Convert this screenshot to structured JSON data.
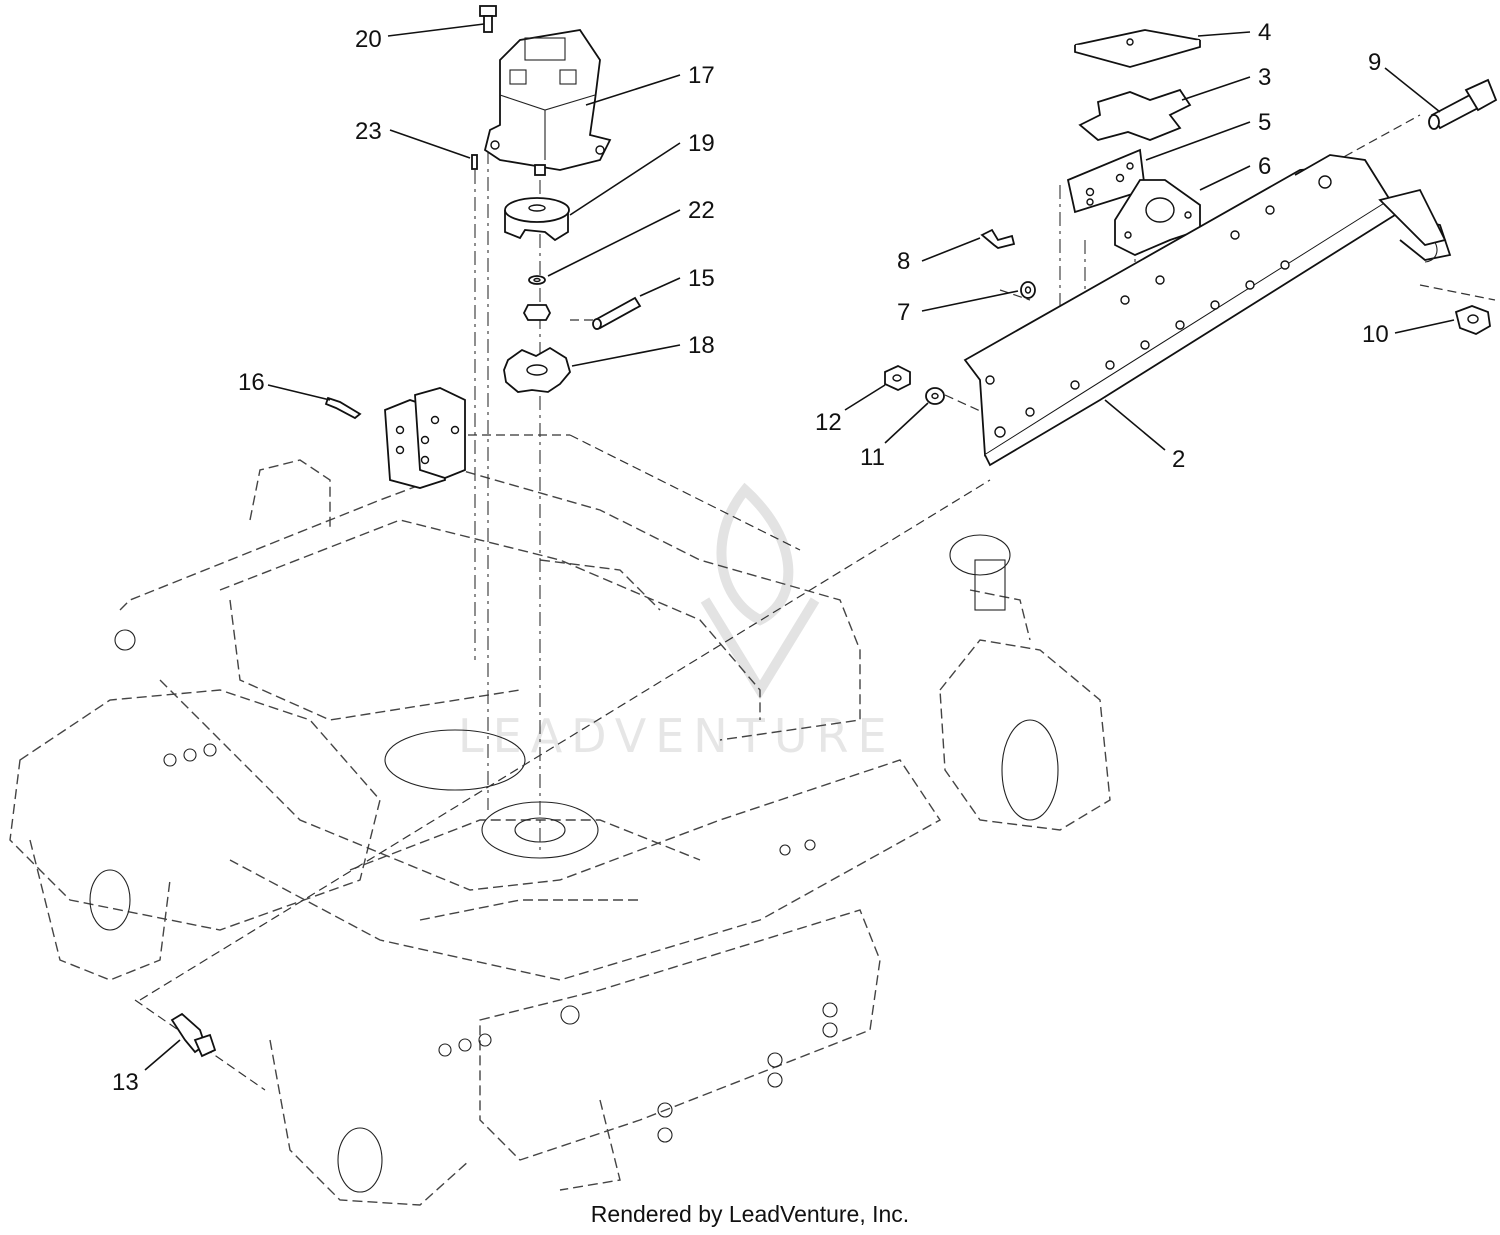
{
  "callouts": [
    {
      "id": "20",
      "label": "20"
    },
    {
      "id": "17",
      "label": "17"
    },
    {
      "id": "23",
      "label": "23"
    },
    {
      "id": "19",
      "label": "19"
    },
    {
      "id": "22",
      "label": "22"
    },
    {
      "id": "15",
      "label": "15"
    },
    {
      "id": "18",
      "label": "18"
    },
    {
      "id": "16",
      "label": "16"
    },
    {
      "id": "4",
      "label": "4"
    },
    {
      "id": "3",
      "label": "3"
    },
    {
      "id": "5",
      "label": "5"
    },
    {
      "id": "6",
      "label": "6"
    },
    {
      "id": "9",
      "label": "9"
    },
    {
      "id": "8",
      "label": "8"
    },
    {
      "id": "7",
      "label": "7"
    },
    {
      "id": "10",
      "label": "10"
    },
    {
      "id": "12",
      "label": "12"
    },
    {
      "id": "11",
      "label": "11"
    },
    {
      "id": "2",
      "label": "2"
    },
    {
      "id": "13",
      "label": "13"
    }
  ],
  "watermark": "LEADVENTURE",
  "footer": "Rendered by LeadVenture, Inc."
}
